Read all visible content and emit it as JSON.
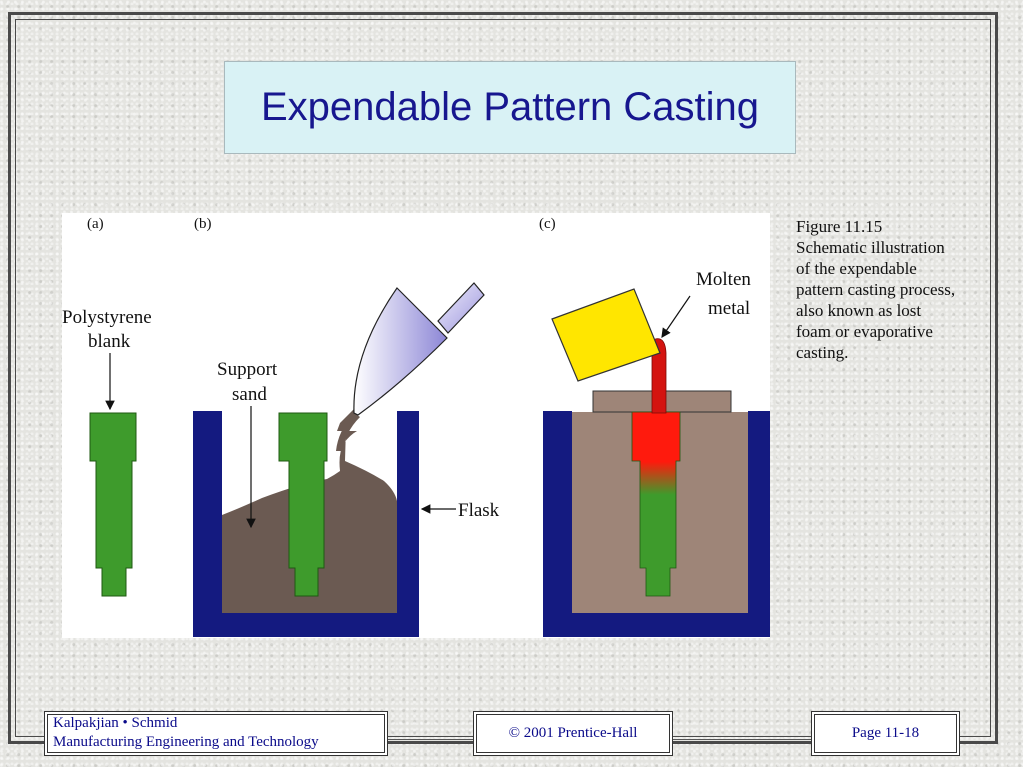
{
  "slide": {
    "title": "Expendable Pattern Casting"
  },
  "figure": {
    "panel_labels": [
      "(a)",
      "(b)",
      "(c)"
    ],
    "labels": {
      "polystyrene_line1": "Polystyrene",
      "polystyrene_line2": "blank",
      "support_line1": "Support",
      "support_line2": "sand",
      "flask": "Flask",
      "molten_line1": "Molten",
      "molten_line2": "metal"
    },
    "colors": {
      "pattern": "#3e9b2c",
      "sand": "#6b5a52",
      "flask": "#141a80",
      "molten": "#ff1a0d",
      "ladle": "#ffe600",
      "mold_sand": "#9e8578"
    }
  },
  "caption": "Figure 11.15 Schematic illustration of the expendable pattern casting process, also known as lost foam or evaporative casting.",
  "footer": {
    "authors": "Kalpakjian • Schmid",
    "book": "Manufacturing Engineering and Technology",
    "copyright": "© 2001 Prentice-Hall",
    "page": "Page 11-18"
  }
}
